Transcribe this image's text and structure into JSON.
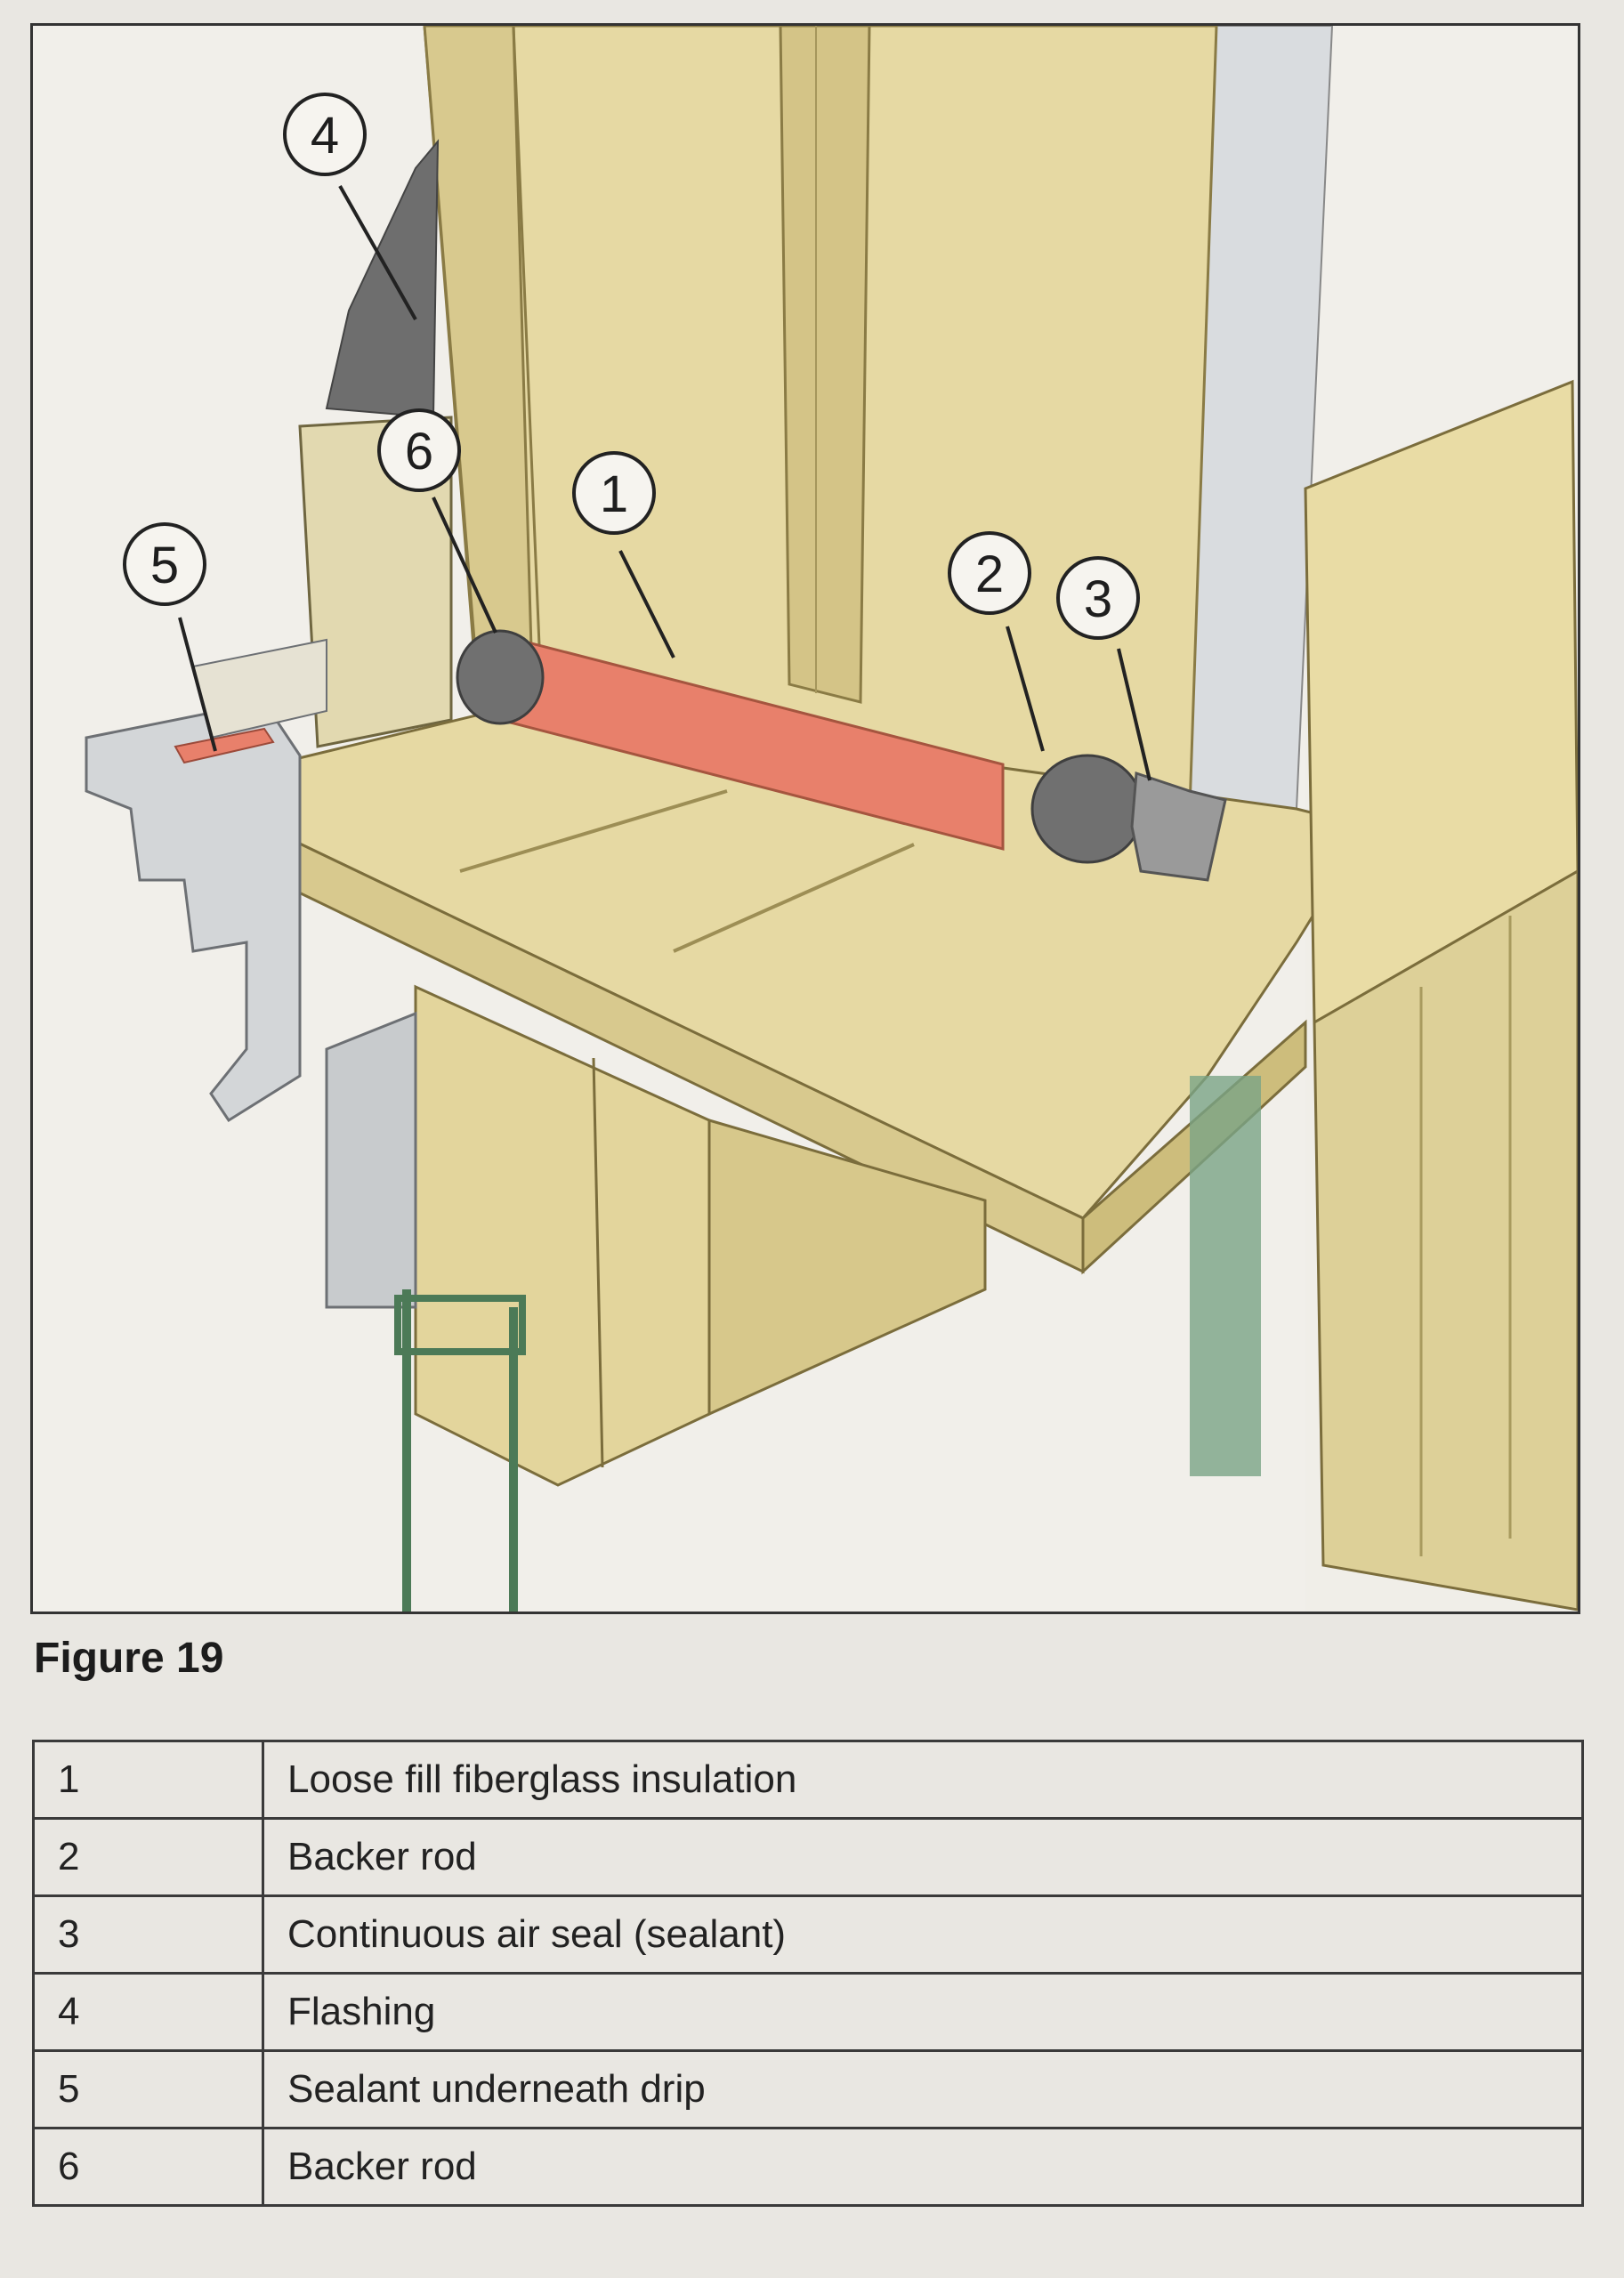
{
  "figure": {
    "caption": "Figure 19",
    "callouts": [
      "1",
      "2",
      "3",
      "4",
      "5",
      "6"
    ]
  },
  "legend": {
    "rows": [
      {
        "number": "1",
        "description": "Loose fill fiberglass insulation"
      },
      {
        "number": "2",
        "description": "Backer rod"
      },
      {
        "number": "3",
        "description": "Continuous air seal (sealant)"
      },
      {
        "number": "4",
        "description": "Flashing"
      },
      {
        "number": "5",
        "description": "Sealant underneath drip"
      },
      {
        "number": "6",
        "description": "Backer rod"
      }
    ]
  },
  "colors": {
    "wood": "#e6d9a3",
    "wood_dark": "#cdbd7c",
    "insulation": "#e8806b",
    "backer_rod": "#707070",
    "sealant": "#9a9a9a",
    "flashing": "#6e6e6e",
    "aluminum": "#d3d6d8",
    "glass": "#6f9a7c",
    "drywall": "#d9dcdf"
  }
}
